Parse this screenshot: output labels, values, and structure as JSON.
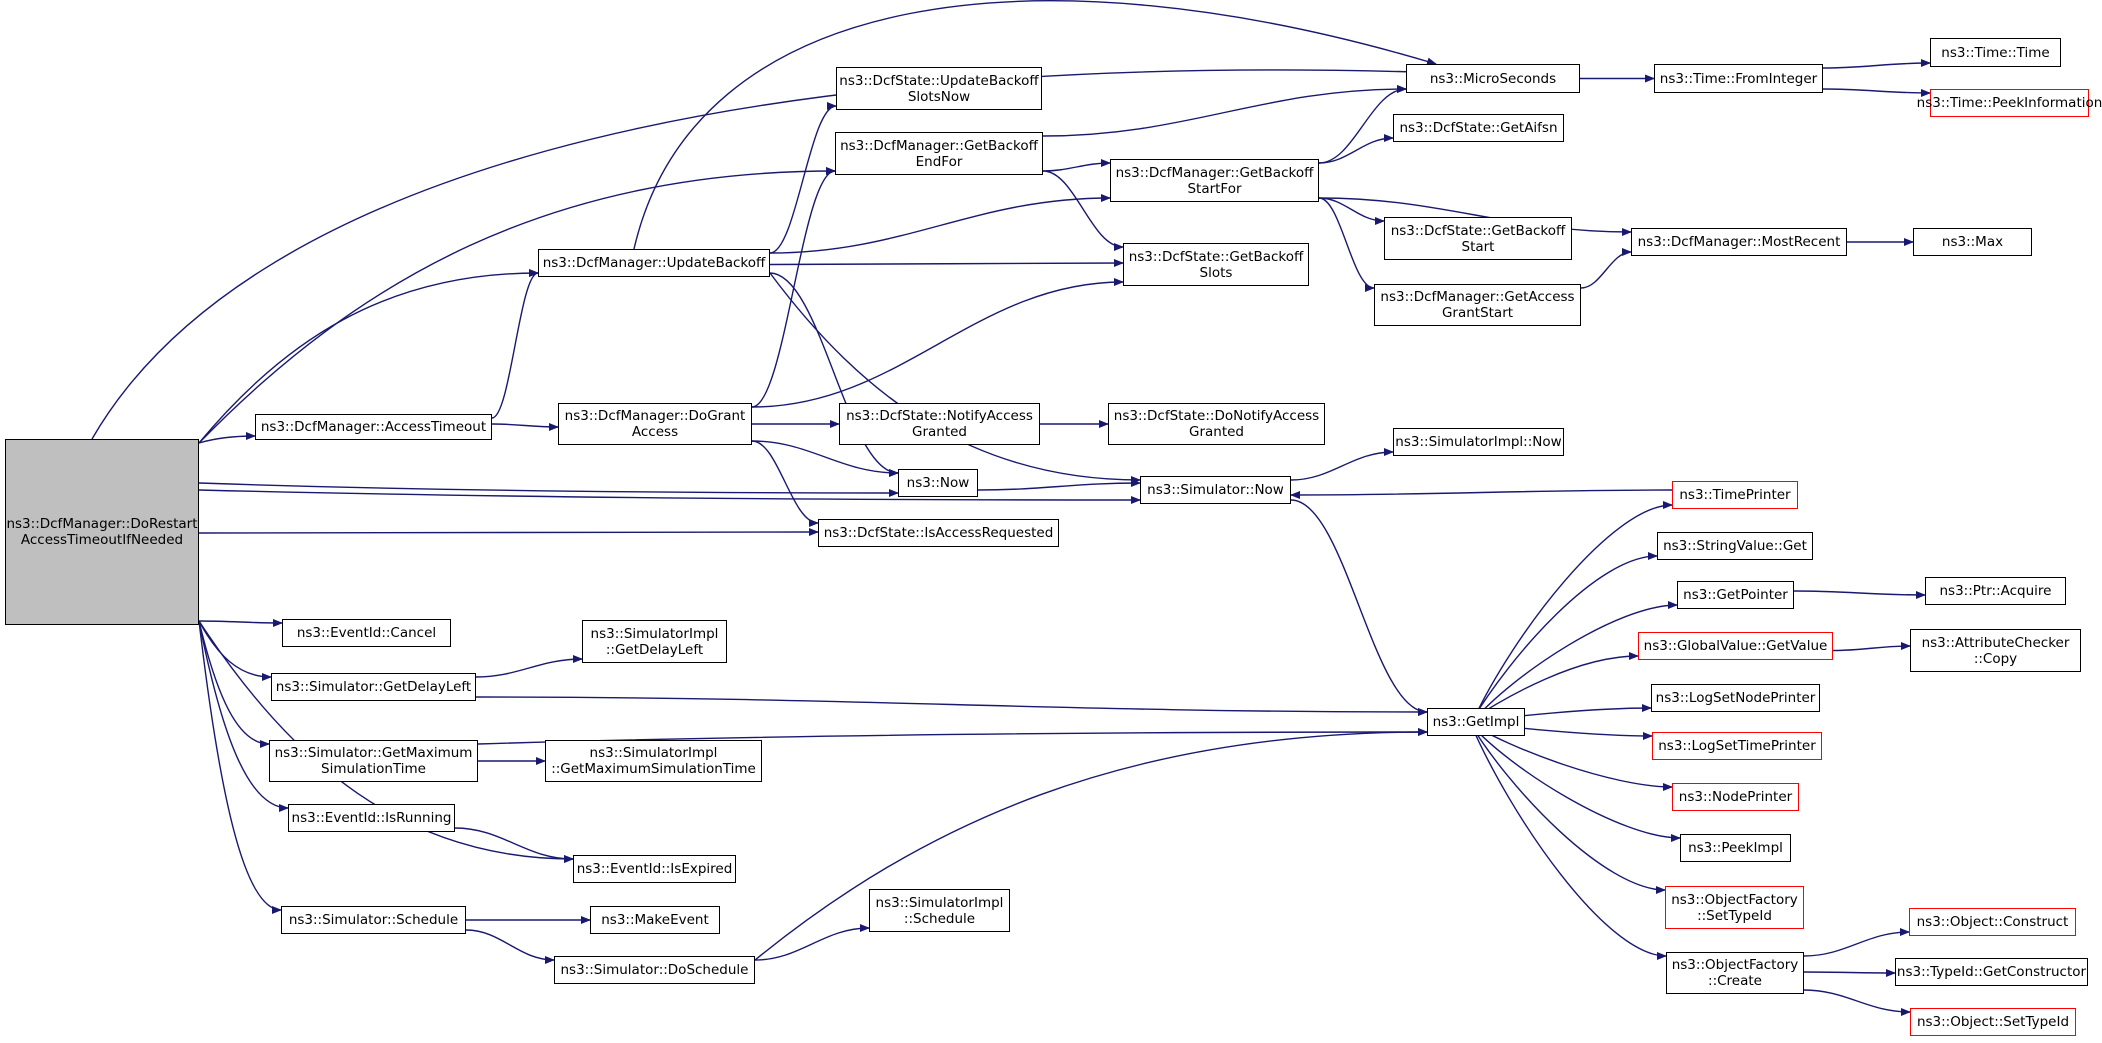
{
  "colors": {
    "edge": "#191970",
    "node_border": "#000000",
    "truncated_border": "#ff0000",
    "root_fill": "#bfbfbf",
    "node_fill": "#ffffff"
  },
  "nodes": [
    {
      "id": "root",
      "lines": [
        "ns3::DcfManager::DoRestart",
        "AccessTimeoutIfNeeded"
      ],
      "root": true
    },
    {
      "id": "accessTimeout",
      "lines": [
        "ns3::DcfManager::AccessTimeout"
      ]
    },
    {
      "id": "updateBackoff",
      "lines": [
        "ns3::DcfManager::UpdateBackoff"
      ]
    },
    {
      "id": "doGrantAccess",
      "lines": [
        "ns3::DcfManager::DoGrant",
        "Access"
      ]
    },
    {
      "id": "updateBackoffSlotsNow",
      "lines": [
        "ns3::DcfState::UpdateBackoff",
        "SlotsNow"
      ]
    },
    {
      "id": "getBackoffEndFor",
      "lines": [
        "ns3::DcfManager::GetBackoff",
        "EndFor"
      ]
    },
    {
      "id": "getBackoffStartFor",
      "lines": [
        "ns3::DcfManager::GetBackoff",
        "StartFor"
      ]
    },
    {
      "id": "microSeconds",
      "lines": [
        "ns3::MicroSeconds"
      ]
    },
    {
      "id": "fromInteger",
      "lines": [
        "ns3::Time::FromInteger"
      ]
    },
    {
      "id": "timeTime",
      "lines": [
        "ns3::Time::Time"
      ]
    },
    {
      "id": "peekInformation",
      "lines": [
        "ns3::Time::PeekInformation"
      ],
      "truncated": true
    },
    {
      "id": "getAifsn",
      "lines": [
        "ns3::DcfState::GetAifsn"
      ]
    },
    {
      "id": "getBackoffStart",
      "lines": [
        "ns3::DcfState::GetBackoff",
        "Start"
      ]
    },
    {
      "id": "getBackoffSlots",
      "lines": [
        "ns3::DcfState::GetBackoff",
        "Slots"
      ]
    },
    {
      "id": "mostRecent",
      "lines": [
        "ns3::DcfManager::MostRecent"
      ]
    },
    {
      "id": "max",
      "lines": [
        "ns3::Max"
      ]
    },
    {
      "id": "getAccessGrantStart",
      "lines": [
        "ns3::DcfManager::GetAccess",
        "GrantStart"
      ]
    },
    {
      "id": "notifyAccessGranted",
      "lines": [
        "ns3::DcfState::NotifyAccess",
        "Granted"
      ]
    },
    {
      "id": "doNotifyAccessGranted",
      "lines": [
        "ns3::DcfState::DoNotifyAccess",
        "Granted"
      ]
    },
    {
      "id": "now",
      "lines": [
        "ns3::Now"
      ]
    },
    {
      "id": "simulatorNow",
      "lines": [
        "ns3::Simulator::Now"
      ]
    },
    {
      "id": "simulatorImplNow",
      "lines": [
        "ns3::SimulatorImpl::Now"
      ]
    },
    {
      "id": "isAccessRequested",
      "lines": [
        "ns3::DcfState::IsAccessRequested"
      ]
    },
    {
      "id": "timePrinter",
      "lines": [
        "ns3::TimePrinter"
      ],
      "truncated": true
    },
    {
      "id": "stringValueGet",
      "lines": [
        "ns3::StringValue::Get"
      ]
    },
    {
      "id": "getPointer",
      "lines": [
        "ns3::GetPointer"
      ]
    },
    {
      "id": "ptrAcquire",
      "lines": [
        "ns3::Ptr::Acquire"
      ]
    },
    {
      "id": "globalValueGetValue",
      "lines": [
        "ns3::GlobalValue::GetValue"
      ],
      "truncated": true
    },
    {
      "id": "attributeCheckerCopy",
      "lines": [
        "ns3::AttributeChecker",
        "::Copy"
      ]
    },
    {
      "id": "logSetNodePrinter",
      "lines": [
        "ns3::LogSetNodePrinter"
      ]
    },
    {
      "id": "logSetTimePrinter",
      "lines": [
        "ns3::LogSetTimePrinter"
      ],
      "truncated": true
    },
    {
      "id": "nodePrinter",
      "lines": [
        "ns3::NodePrinter"
      ],
      "truncated": true
    },
    {
      "id": "peekImpl",
      "lines": [
        "ns3::PeekImpl"
      ]
    },
    {
      "id": "objectFactorySetTypeId",
      "lines": [
        "ns3::ObjectFactory",
        "::SetTypeId"
      ],
      "truncated": true
    },
    {
      "id": "objectFactoryCreate",
      "lines": [
        "ns3::ObjectFactory",
        "::Create"
      ]
    },
    {
      "id": "objectConstruct",
      "lines": [
        "ns3::Object::Construct"
      ],
      "truncated": true
    },
    {
      "id": "typeIdGetConstructor",
      "lines": [
        "ns3::TypeId::GetConstructor"
      ]
    },
    {
      "id": "objectSetTypeId",
      "lines": [
        "ns3::Object::SetTypeId"
      ],
      "truncated": true
    },
    {
      "id": "getImpl",
      "lines": [
        "ns3::GetImpl"
      ]
    },
    {
      "id": "eventIdCancel",
      "lines": [
        "ns3::EventId::Cancel"
      ]
    },
    {
      "id": "simImplGetDelayLeft",
      "lines": [
        "ns3::SimulatorImpl",
        "::GetDelayLeft"
      ]
    },
    {
      "id": "simGetDelayLeft",
      "lines": [
        "ns3::Simulator::GetDelayLeft"
      ]
    },
    {
      "id": "simGetMaxSimTime",
      "lines": [
        "ns3::Simulator::GetMaximum",
        "SimulationTime"
      ]
    },
    {
      "id": "simImplGetMaxSimTime",
      "lines": [
        "ns3::SimulatorImpl",
        "::GetMaximumSimulationTime"
      ]
    },
    {
      "id": "eventIdIsRunning",
      "lines": [
        "ns3::EventId::IsRunning"
      ]
    },
    {
      "id": "eventIdIsExpired",
      "lines": [
        "ns3::EventId::IsExpired"
      ]
    },
    {
      "id": "simSchedule",
      "lines": [
        "ns3::Simulator::Schedule"
      ]
    },
    {
      "id": "makeEvent",
      "lines": [
        "ns3::MakeEvent"
      ]
    },
    {
      "id": "simImplSchedule",
      "lines": [
        "ns3::SimulatorImpl",
        "::Schedule"
      ]
    },
    {
      "id": "simDoSchedule",
      "lines": [
        "ns3::Simulator::DoSchedule"
      ]
    }
  ]
}
